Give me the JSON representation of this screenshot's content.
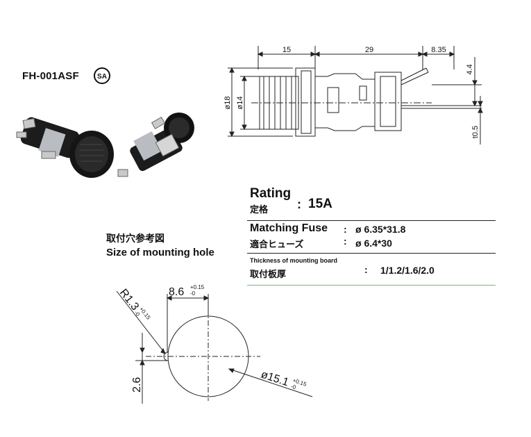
{
  "product": {
    "model": "FH-001ASF",
    "cert_mark": "SA"
  },
  "side_view": {
    "dims": {
      "d15": "15",
      "d29": "29",
      "d835": "8.35",
      "d44": "4.4",
      "d05": "t0.5",
      "dia18": "ø18",
      "dia14": "ø14"
    }
  },
  "specs": {
    "rating_label_en": "Rating",
    "rating_label_cn": "定格",
    "rating_colon": ":",
    "rating_value": "15A",
    "fuse_label_en": "Matching Fuse",
    "fuse_label_cn": "適合ヒューズ",
    "fuse_colon_1": ":",
    "fuse_colon_2": ":",
    "fuse_value_1": "ø 6.35*31.8",
    "fuse_value_2": "ø 6.4*30",
    "board_label_en": "Thickness of mounting board",
    "board_label_cn": "取付板厚",
    "board_colon": ":",
    "board_value": "1/1.2/1.6/2.0"
  },
  "mounting_hole": {
    "title_cn": "取付穴参考図",
    "title_en": "Size of mounting hole",
    "dim_width": "8.6",
    "dim_width_tol_upper": "+0.15",
    "dim_width_tol_lower": "-0",
    "dim_radius": "R1.3",
    "dim_radius_tol_upper": "+0.15",
    "dim_radius_tol_lower": "-0",
    "dim_height": "2.6",
    "dim_diameter": "ø15.1",
    "dim_diameter_tol_upper": "+0.15",
    "dim_diameter_tol_lower": "-0"
  },
  "colors": {
    "line": "#222222",
    "divider_green": "#6fbf6f",
    "body_dark": "#1c1c1c",
    "metal": "#b9bcc0"
  }
}
